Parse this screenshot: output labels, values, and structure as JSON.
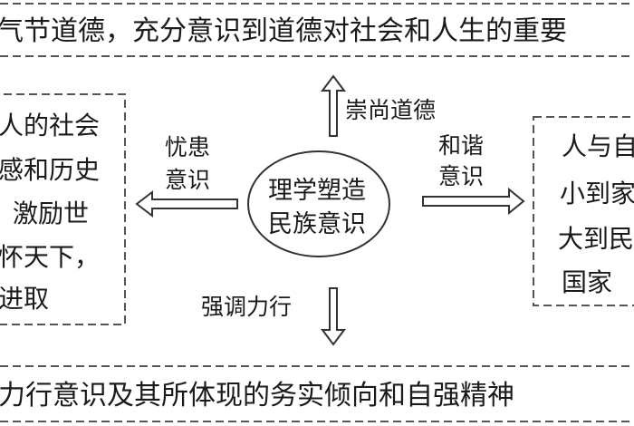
{
  "top_banner": "气节道德，充分意识到道德对社会和人生的重要",
  "bottom_banner": "力行意识及其所体现的务实倾向和自强精神",
  "center": {
    "line1": "理学塑造",
    "line2": "民族意识"
  },
  "arrows": {
    "up": "崇尚道德",
    "left": {
      "line1": "忧患",
      "line2": "意识"
    },
    "right": {
      "line1": "和谐",
      "line2": "意识"
    },
    "down": "强调力行"
  },
  "left_box": [
    "人的社会",
    "感和历史",
    "，激励世",
    "怀天下，",
    "进取"
  ],
  "right_box": [
    "人与自",
    "小到家",
    "大到民",
    "国家"
  ]
}
